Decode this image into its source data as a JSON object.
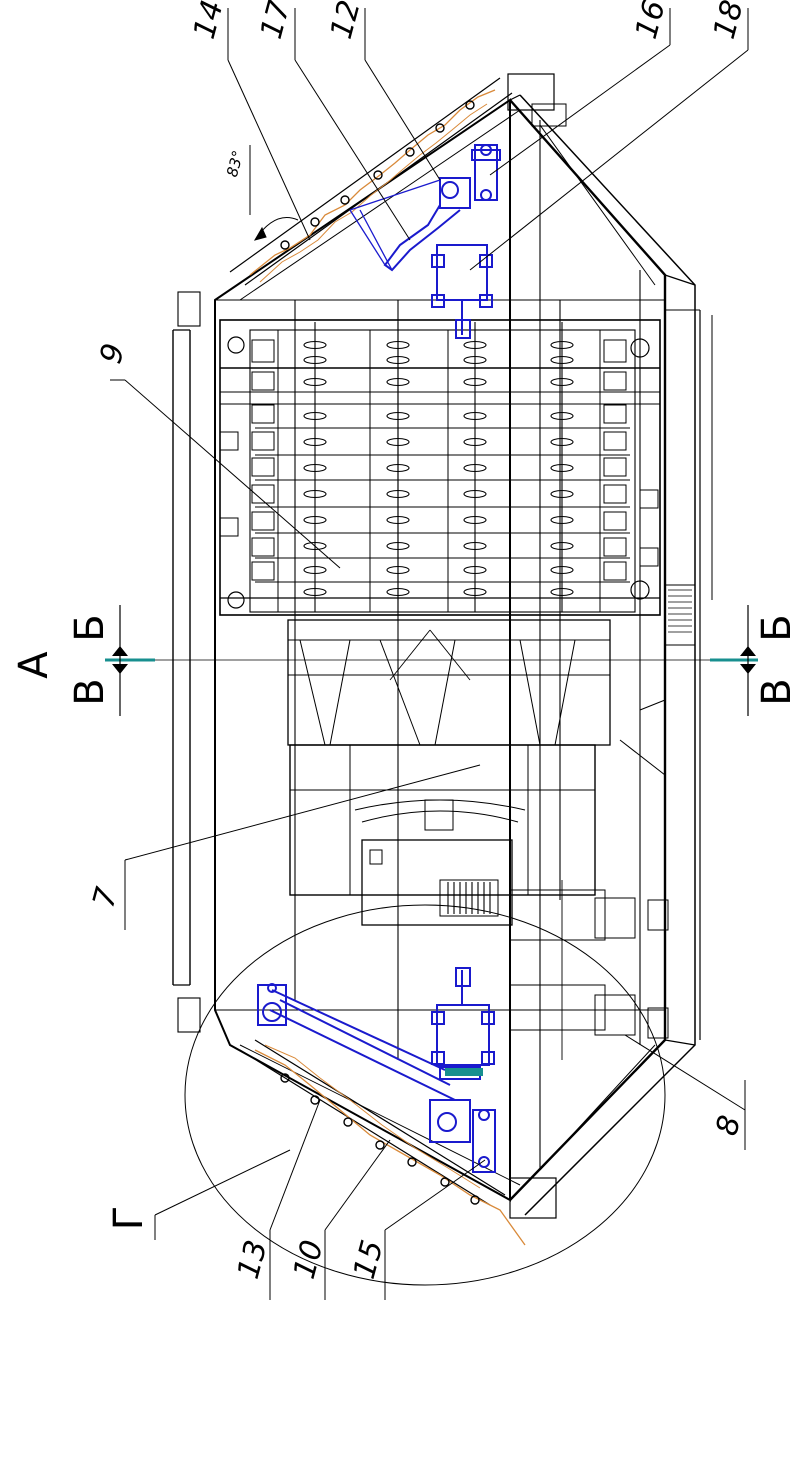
{
  "drawing": {
    "view_letter": "А",
    "section_marks": [
      {
        "id": "top-left-b",
        "letter": "Б"
      },
      {
        "id": "top-left-v",
        "letter": "В"
      },
      {
        "id": "bottom-right-b",
        "letter": "Б"
      },
      {
        "id": "bottom-right-v",
        "letter": "В"
      }
    ],
    "detail_letter": "Г",
    "angle_label": "83°",
    "callouts": [
      "14",
      "17",
      "12",
      "16",
      "18",
      "9",
      "7",
      "8",
      "13",
      "10",
      "15"
    ],
    "colors": {
      "line": "#000000",
      "mechanism": "#1a1acd",
      "chain": "#d98a3a",
      "section_mark": "#178f8f"
    }
  }
}
